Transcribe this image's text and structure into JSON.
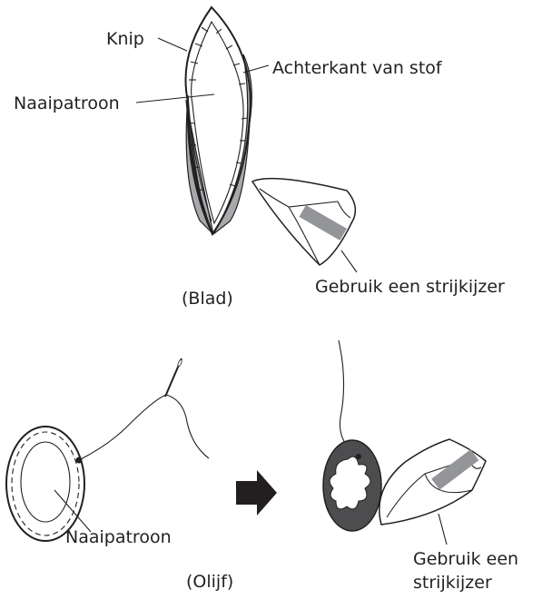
{
  "leaf": {
    "label_cut": "Knip",
    "label_back": "Achterkant van stof",
    "label_pattern": "Naaipatroon",
    "label_iron": "Gebruik een strijkijzer",
    "caption": "(Blad)"
  },
  "olive": {
    "label_pattern": "Naaipatroon",
    "label_iron_line1": "Gebruik een",
    "label_iron_line2": "strijkijzer",
    "caption": "(Olijf)"
  },
  "colors": {
    "stroke": "#231f20",
    "gray_fill": "#a7a9ac",
    "iron_bar": "#939598",
    "dark_fill": "#4d4d4f"
  }
}
